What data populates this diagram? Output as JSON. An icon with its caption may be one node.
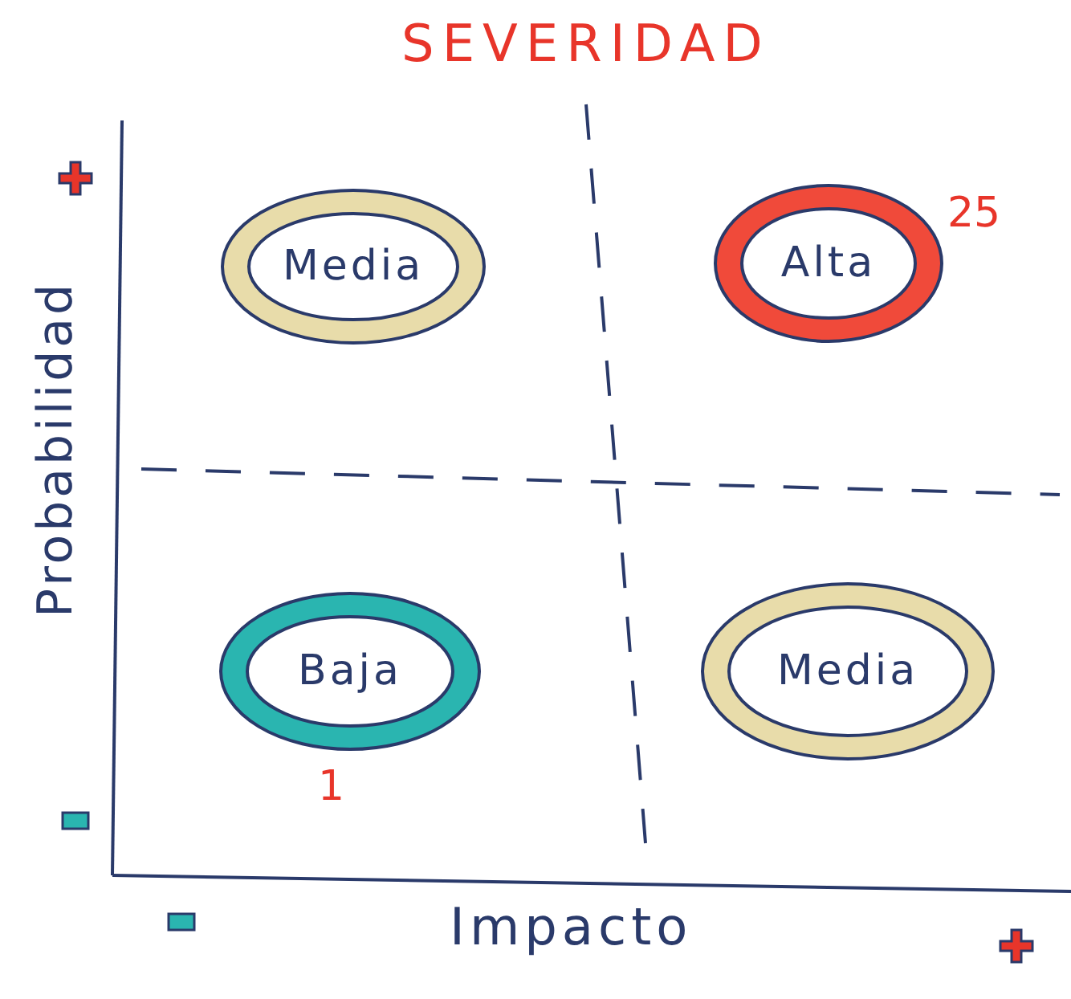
{
  "diagram": {
    "title": "SEVERIDAD",
    "nodes": [
      {
        "text": [
          "Media"
        ]
      },
      {
        "text": [
          "Alta"
        ],
        "beside": [
          "25"
        ]
      },
      {
        "text": [
          "Baja"
        ],
        "beside": [
          "1"
        ]
      },
      {
        "text": [
          "Media"
        ]
      }
    ],
    "labels": [
      "Probabilidad",
      "Impacto"
    ]
  }
}
